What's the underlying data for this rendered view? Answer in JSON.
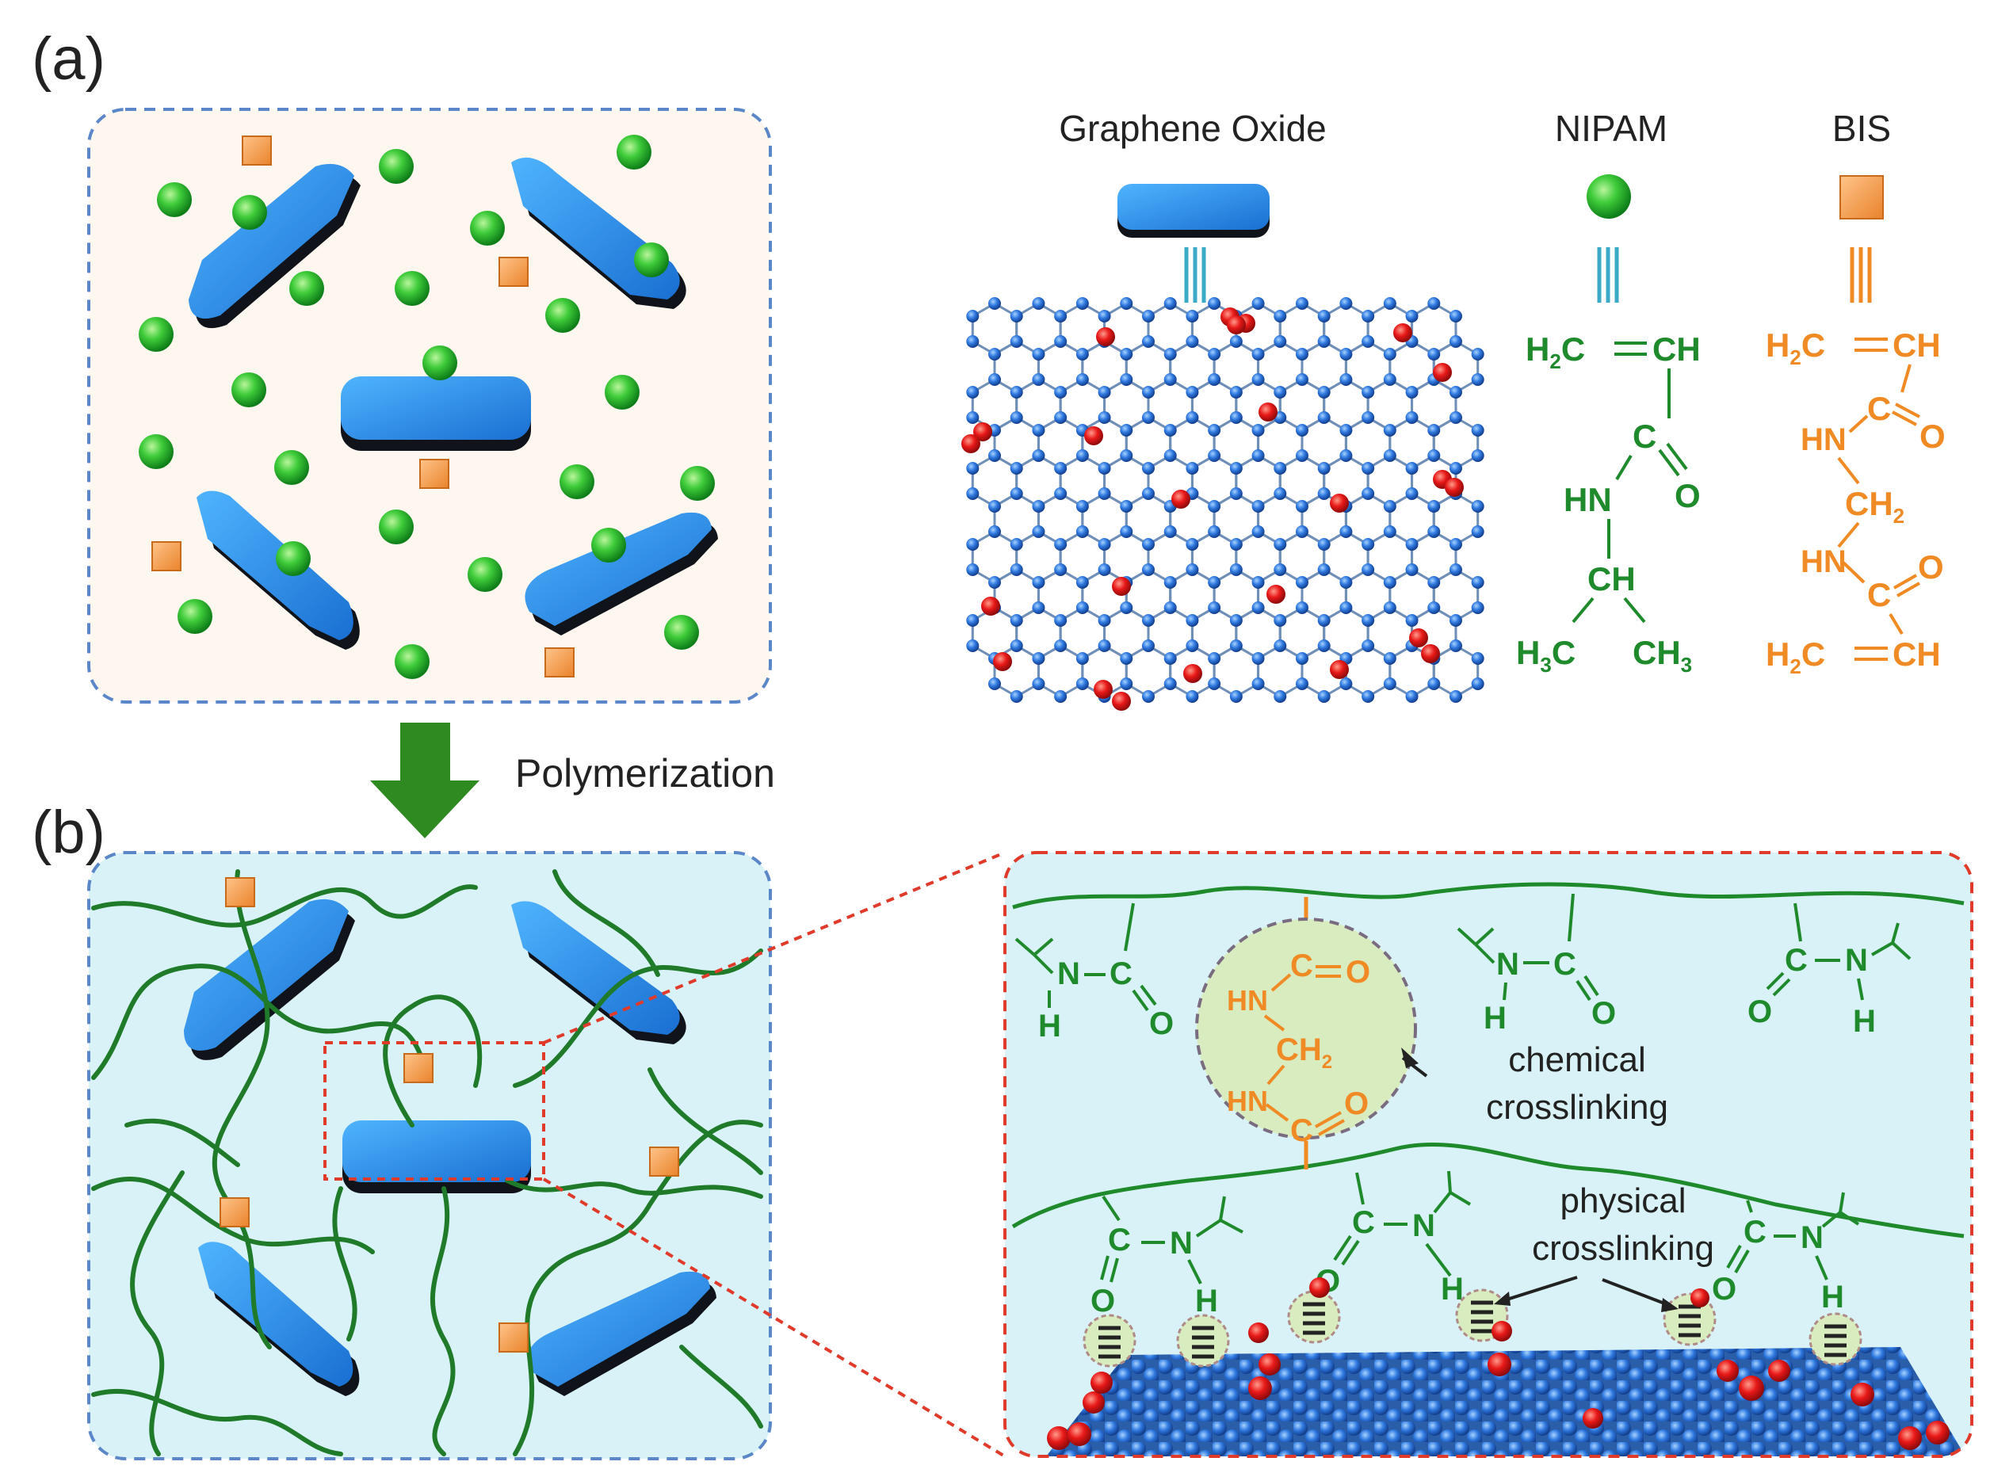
{
  "panel_labels": {
    "a": "(a)",
    "b": "(b)"
  },
  "arrow_label": "Polymerization",
  "legend": {
    "graphene_oxide": "Graphene Oxide",
    "nipam": "NIPAM",
    "bis": "BIS"
  },
  "nipam_structure": {
    "vinyl_left": "H",
    "vinyl_left_sub": "2",
    "vinyl_left_c": "C",
    "vinyl_right": "CH",
    "carbonyl_c": "C",
    "carbonyl_o": "O",
    "amine": "HN",
    "methine": "CH",
    "methyl_left": "H",
    "methyl_left_sub": "3",
    "methyl_left_c": "C",
    "methyl_right": "CH",
    "methyl_right_sub": "3"
  },
  "bis_structure": {
    "vinyl_top_left": "H",
    "vinyl_top_left_sub": "2",
    "vinyl_top_left_c": "C",
    "vinyl_top_right": "CH",
    "carbonyl1_c": "C",
    "carbonyl1_o": "O",
    "amine1": "HN",
    "methylene": "CH",
    "methylene_sub": "2",
    "amine2": "HN",
    "carbonyl2_c": "C",
    "carbonyl2_o": "O",
    "vinyl_bottom_left": "H",
    "vinyl_bottom_left_sub": "2",
    "vinyl_bottom_left_c": "C",
    "vinyl_bottom_right": "CH"
  },
  "zoom": {
    "chemical_label_line1": "chemical",
    "chemical_label_line2": "crosslinking",
    "physical_label_line1": "physical",
    "physical_label_line2": "crosslinking",
    "group_n": "N",
    "group_h": "H",
    "group_c": "C",
    "group_o": "O",
    "bis_hn": "HN",
    "bis_ch": "CH",
    "bis_ch_sub": "2",
    "bis_c": "C",
    "bis_o": "O"
  },
  "colors": {
    "green_chem": "#1f8a2c",
    "orange_chem": "#f08a24",
    "cyan_equals": "#3aaac8",
    "panel_a_bg": "#fdf7ef",
    "panel_b_bg": "#d8f2f7",
    "blue_dash": "#5b87c9",
    "red_dash": "#e03a2a",
    "arrow_green": "#2f8a22"
  },
  "icons": {
    "graphene_flake": "graphene-flake-icon",
    "nipam_monomer": "green-sphere-icon",
    "bis_crosslinker": "orange-cube-icon"
  }
}
